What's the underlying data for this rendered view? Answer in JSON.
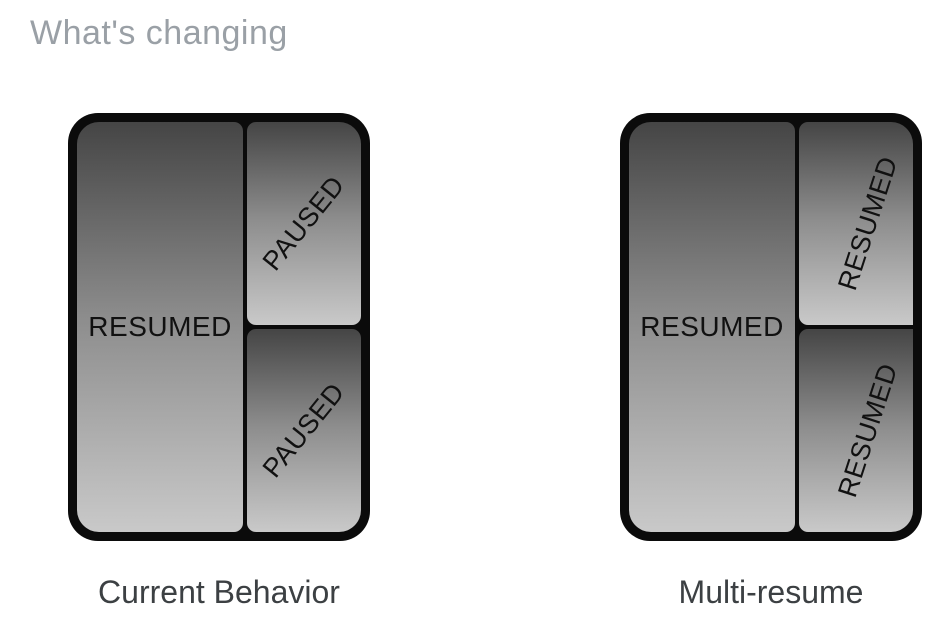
{
  "title": "What's changing",
  "diagram": {
    "devices": [
      {
        "label": "Current Behavior",
        "main_pane_status": "RESUMED",
        "top_right_pane_status": "PAUSED",
        "bottom_right_pane_status": "PAUSED"
      },
      {
        "label": "Multi-resume",
        "main_pane_status": "RESUMED",
        "top_right_pane_status": "RESUMED",
        "bottom_right_pane_status": "RESUMED"
      }
    ]
  },
  "colors": {
    "title_text": "#9aa0a6",
    "caption_text": "#3c4043",
    "device_frame": "#0b0b0b",
    "pane_gradient_top": "#454545",
    "pane_gradient_bottom": "#c9c9c9",
    "pane_text": "#111111"
  }
}
